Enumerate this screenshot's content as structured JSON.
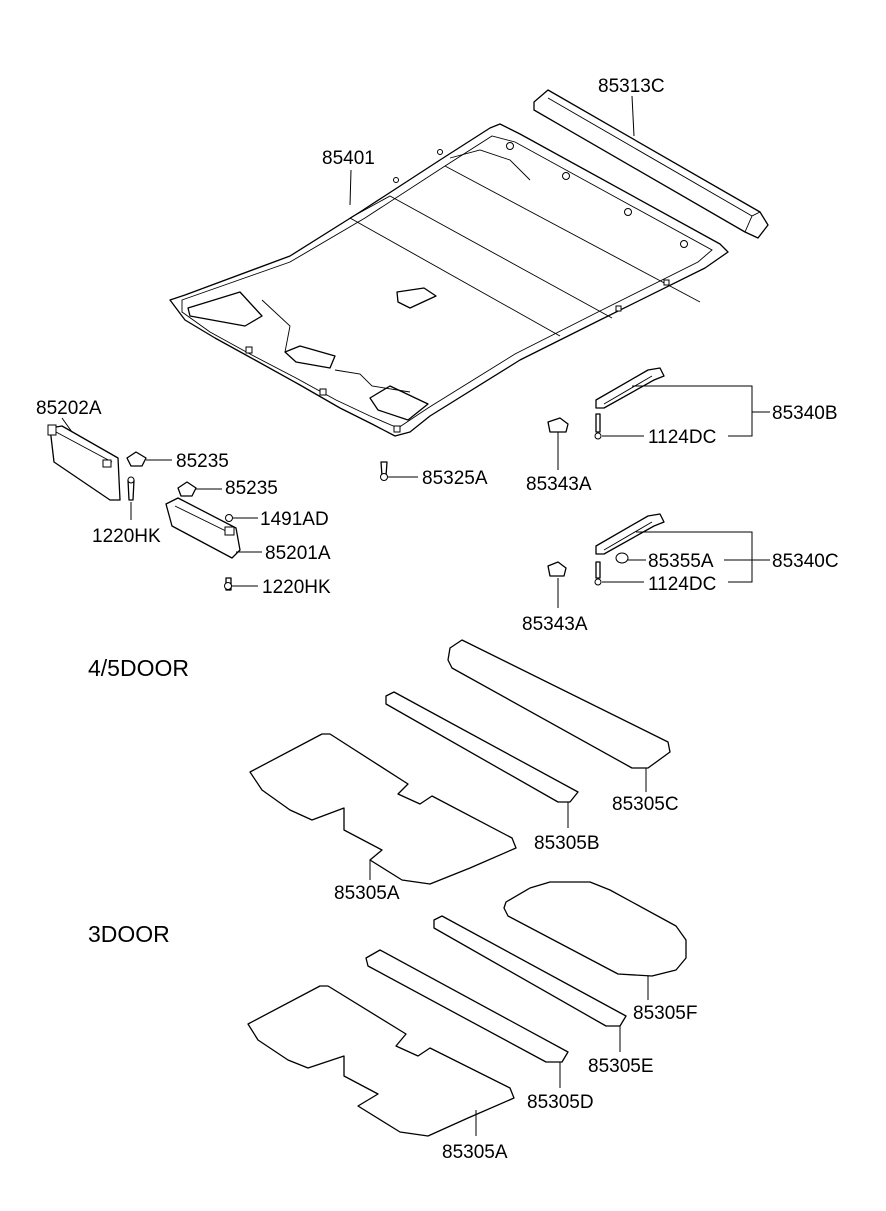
{
  "labels": {
    "p85313C": "85313C",
    "p85401": "85401",
    "p85202A": "85202A",
    "p85235a": "85235",
    "p85235b": "85235",
    "p1220HKa": "1220HK",
    "p1491AD": "1491AD",
    "p85201A": "85201A",
    "p1220HKb": "1220HK",
    "p85325A": "85325A",
    "p85343Aa": "85343A",
    "p85343Ab": "85343A",
    "p85340B": "85340B",
    "p1124DCa": "1124DC",
    "p85340C": "85340C",
    "p85355A": "85355A",
    "p1124DCb": "1124DC",
    "p85305C": "85305C",
    "p85305B": "85305B",
    "p85305Aa": "85305A",
    "p85305F": "85305F",
    "p85305E": "85305E",
    "p85305D": "85305D",
    "p85305Ab": "85305A"
  },
  "sections": {
    "door45": "4/5DOOR",
    "door3": "3DOOR"
  }
}
